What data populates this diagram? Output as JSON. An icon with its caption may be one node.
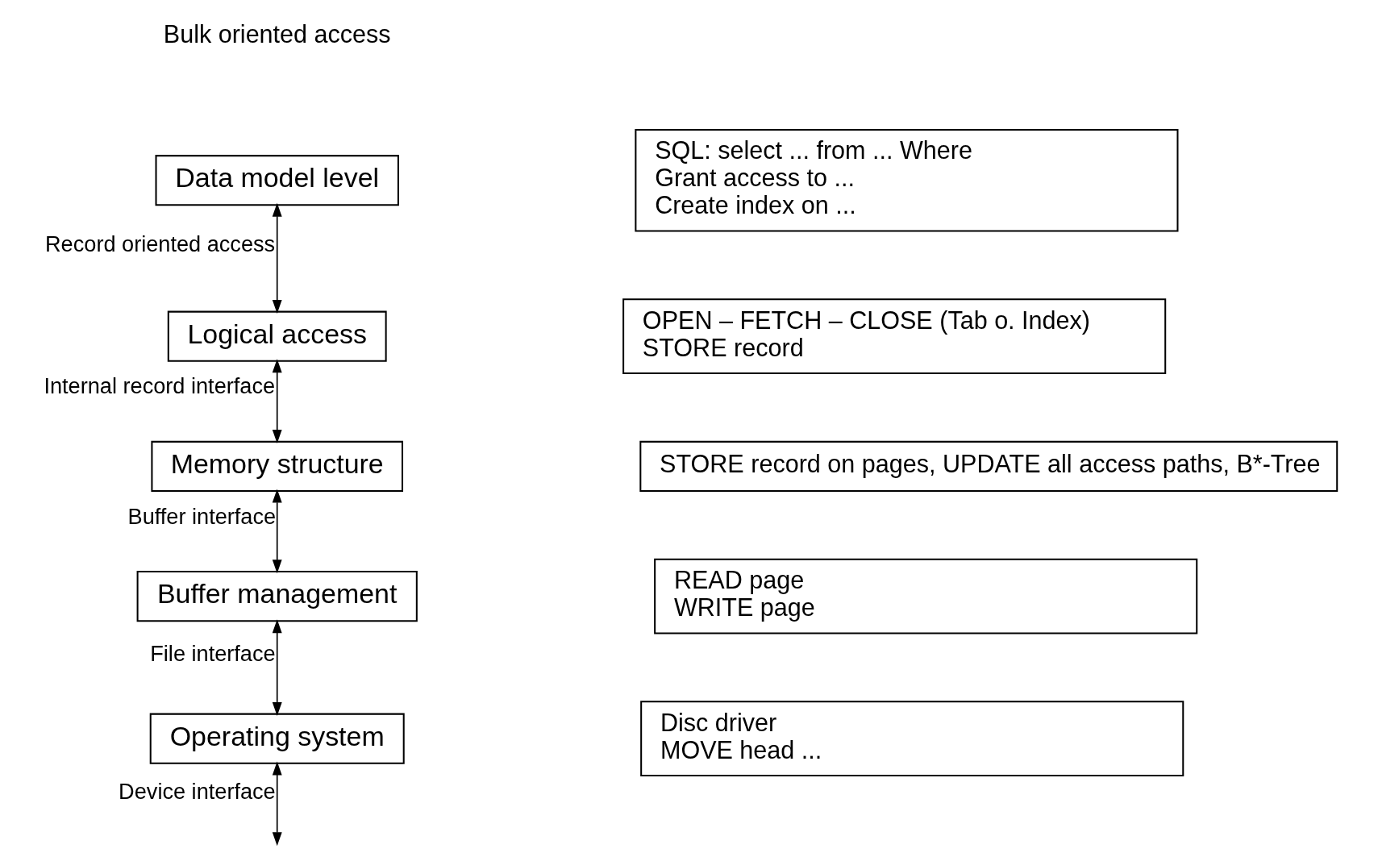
{
  "diagram": {
    "nodes": [
      {
        "text": [
          "Data model level"
        ]
      },
      {
        "text": [
          "Logical access"
        ]
      },
      {
        "text": [
          "Memory structure"
        ]
      },
      {
        "text": [
          "Buffer management"
        ]
      },
      {
        "text": [
          "Operating system"
        ]
      },
      {
        "text": [
          "SQL: select ... from ... Where",
          "Grant access to ...",
          "Create index on ..."
        ]
      },
      {
        "text": [
          "OPEN – FETCH – CLOSE (Tab o. Index)",
          "STORE record"
        ]
      },
      {
        "text": [
          "STORE record on pages, UPDATE all access paths, B*-Tree"
        ]
      },
      {
        "text": [
          "READ page",
          "WRITE page"
        ]
      },
      {
        "text": [
          "Disc driver",
          "MOVE head ..."
        ]
      }
    ],
    "edges": [
      {
        "from": 0,
        "to": 1,
        "arrow": "both",
        "label": "Record oriented access"
      },
      {
        "from": 1,
        "to": 2,
        "arrow": "both",
        "label": "Internal record interface"
      },
      {
        "from": 2,
        "to": 3,
        "arrow": "both",
        "label": "Buffer interface"
      },
      {
        "from": 3,
        "to": 4,
        "arrow": "both",
        "label": "File interface"
      },
      {
        "from": 4,
        "to": null,
        "arrow": "both",
        "label": "Device interface"
      }
    ],
    "labels": [
      "Bulk oriented access"
    ]
  }
}
